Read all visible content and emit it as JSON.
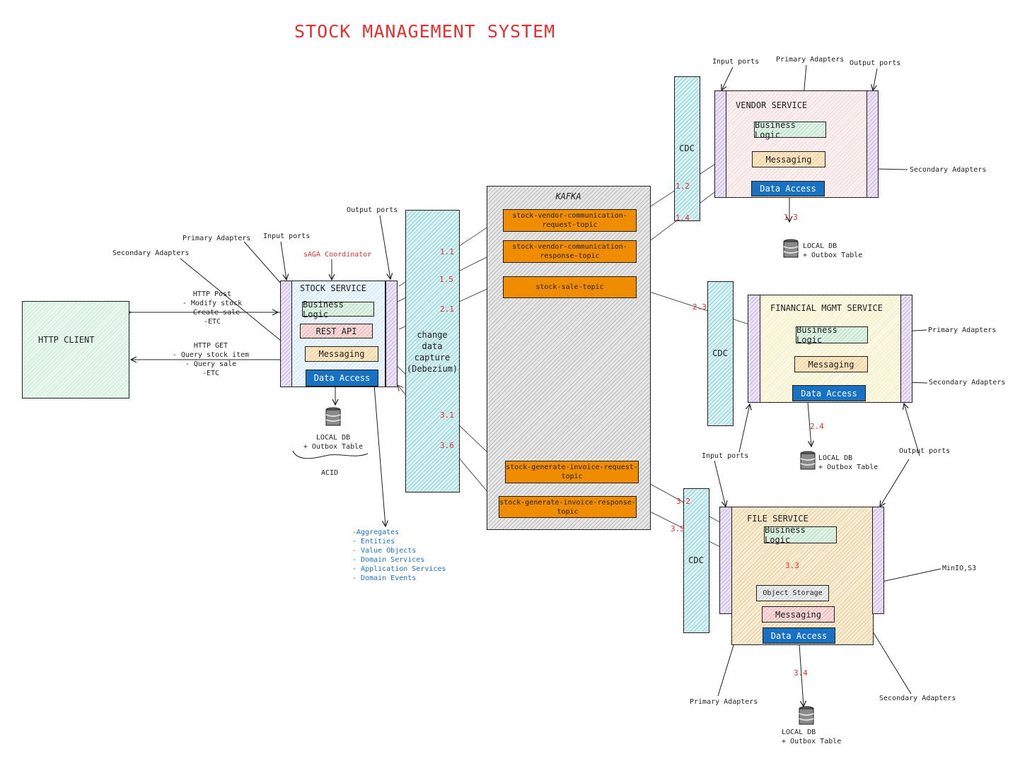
{
  "title": "STOCK MANAGEMENT SYSTEM",
  "http_client": {
    "label": "HTTP CLIENT"
  },
  "http_post": {
    "lines": [
      "HTTP Post",
      "- Modify stock",
      "- Create sale",
      "-ETC"
    ]
  },
  "http_get": {
    "lines": [
      "HTTP GET",
      "- Query stock item",
      "- Query sale",
      "-ETC"
    ]
  },
  "stock_service": {
    "name": "STOCK SERVICE",
    "components": [
      "Business Logic",
      "REST API",
      "Messaging",
      "Data Access"
    ],
    "annotations": {
      "primary_adapters": "Primary Adapters",
      "input_ports": "Input ports",
      "secondary_adapters": "Secondary Adapters",
      "output_ports": "Output ports",
      "saga": "sAGA Coordinator"
    },
    "db": [
      "LOCAL DB",
      "+ Outbox Table"
    ],
    "acid": "ACID",
    "domain_items": [
      "-Aggregates",
      "- Entities",
      "- Value Objects",
      "- Domain Services",
      "- Application Services",
      "- Domain Events"
    ]
  },
  "cdc_main": {
    "lines": [
      "change",
      "data",
      "capture",
      "(Debezium)"
    ]
  },
  "kafka": {
    "label": "KAFKA",
    "topics": [
      "stock-vendor-communication-request-topic",
      "stock-vendor-communication-response-topic",
      "stock-sale-topic",
      "stock-generate-invoice-request-topic",
      "stock-generate-invoice-response-topic"
    ]
  },
  "vendor_service": {
    "name": "VENDOR SERVICE",
    "components": [
      "Business Logic",
      "Messaging",
      "Data Access"
    ],
    "annotations": {
      "input_ports": "Input ports",
      "primary_adapters": "Primary Adapters",
      "output_ports": "Output ports",
      "secondary_adapters": "Secondary Adapters"
    },
    "cdc": "CDC",
    "db": [
      "LOCAL DB",
      "+ Outbox Table"
    ]
  },
  "financial_service": {
    "name": "FINANCIAL MGMT SERVICE",
    "components": [
      "Business Logic",
      "Messaging",
      "Data Access"
    ],
    "annotations": {
      "primary_adapters": "Primary Adapters",
      "secondary_adapters": "Secondary Adapters",
      "input_ports": "Input ports",
      "output_ports": "Output ports"
    },
    "cdc": "CDC",
    "db": [
      "LOCAL DB",
      "+ Outbox Table"
    ]
  },
  "file_service": {
    "name": "FILE SERVICE",
    "components": [
      "Business Logic",
      "Object Storage",
      "Messaging",
      "Data Access"
    ],
    "annotations": {
      "minio": "MinIO,S3",
      "primary_adapters": "Primary Adapters",
      "secondary_adapters": "Secondary Adapters"
    },
    "cdc": "CDC",
    "db": [
      "LOCAL DB",
      "+ Outbox Table"
    ]
  },
  "steps": [
    "1.1",
    "1.2",
    "1.3",
    "1.4",
    "1.5",
    "2.1",
    "2.3",
    "2.4",
    "3.1",
    "3.2",
    "3.3",
    "3.4",
    "3.5",
    "3.6"
  ],
  "colors": {
    "title": "#e03131",
    "topic": "#f08c00",
    "data_access": "#1971c2",
    "step": "#e03131",
    "domain": "#1971c2"
  }
}
